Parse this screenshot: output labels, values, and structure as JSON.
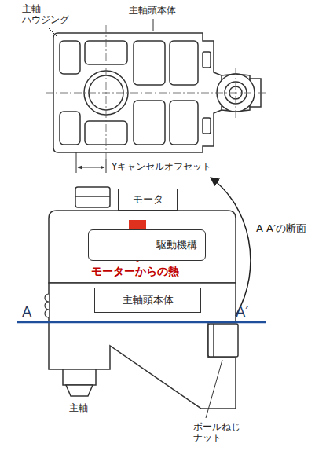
{
  "diagram": {
    "nodes": [
      {
        "text": [
          "モータ"
        ]
      },
      {
        "text": [
          "駆動機構"
        ]
      },
      {
        "text": [
          "主軸頭本体"
        ]
      }
    ],
    "labels": [
      "主軸 ハウジング",
      "主軸頭本体",
      "Yキャンセルオフセット",
      "A-A′の断面",
      "モーターからの熱",
      "A",
      "A′",
      "主軸",
      "ボールねじ ナット"
    ]
  }
}
